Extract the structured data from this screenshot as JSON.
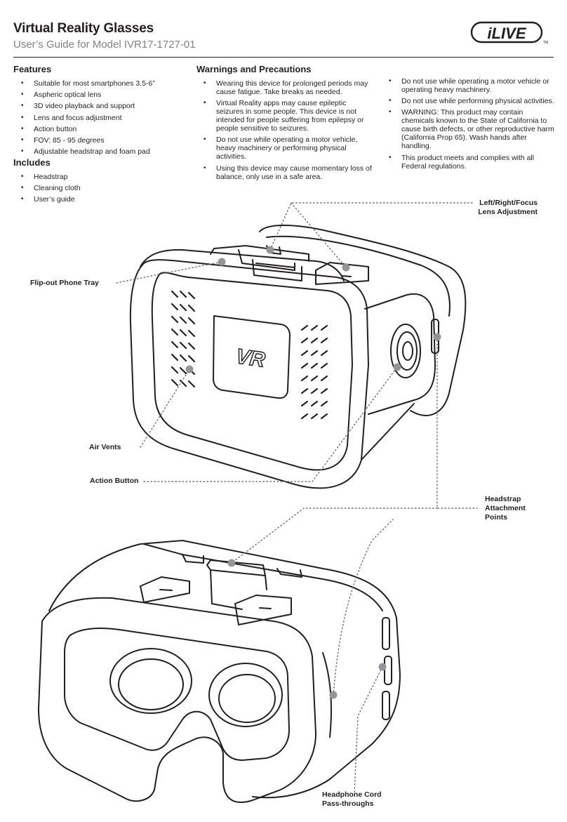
{
  "header": {
    "title": "Virtual Reality Glasses",
    "subtitle": "User’s Guide for Model IVR17-1727-01",
    "brand": "iLIVE",
    "trademark": "TM"
  },
  "features": {
    "heading": "Features",
    "items": [
      "Suitable for most smartphones 3.5-6”",
      "Aspheric optical lens",
      "3D video playback and support",
      "Lens and focus adjustment",
      "Action button",
      "FOV: 85 - 95 degrees",
      "Adjustable headstrap and foam pad"
    ]
  },
  "includes": {
    "heading": "Includes",
    "items": [
      "Headstrap",
      "Cleaning cloth",
      "User’s guide"
    ]
  },
  "warnings": {
    "heading": "Warnings and Precautions",
    "column1": [
      "Wearing this device for prolonged periods may cause fatigue. Take breaks as needed.",
      "Virtual Reality apps may cause epileptic seizures in some people. This device is not intended for people suffering from epilepsy or people sensitive to seizures.",
      "Do not use while operating a motor vehicle, heavy machinery or performing physical activities.",
      "Using this device may cause momentary loss of balance, only use in a safe area."
    ],
    "column2": [
      "Do not use while operating a motor vehicle or operating heavy machinery.",
      "Do not use while performing physical activities.",
      "WARNING: This product may contain chemicals known to the State of California to cause birth defects, or other reproductive harm (California Prop 65). Wash hands after handling.",
      "This product meets and complies with all Federal regulations."
    ]
  },
  "callouts": {
    "lens_line1": "Left/Right/Focus",
    "lens_line2": "Lens Adjustment",
    "phone_tray": "Flip-out Phone Tray",
    "air_vents": "Air Vents",
    "action_button": "Action Button",
    "headstrap_line1": "Headstrap",
    "headstrap_line2": "Attachment",
    "headstrap_line3": "Points",
    "headphone_line1": "Headphone Cord",
    "headphone_line2": "Pass-throughs"
  },
  "illustration": {
    "front_badge": "VR"
  }
}
